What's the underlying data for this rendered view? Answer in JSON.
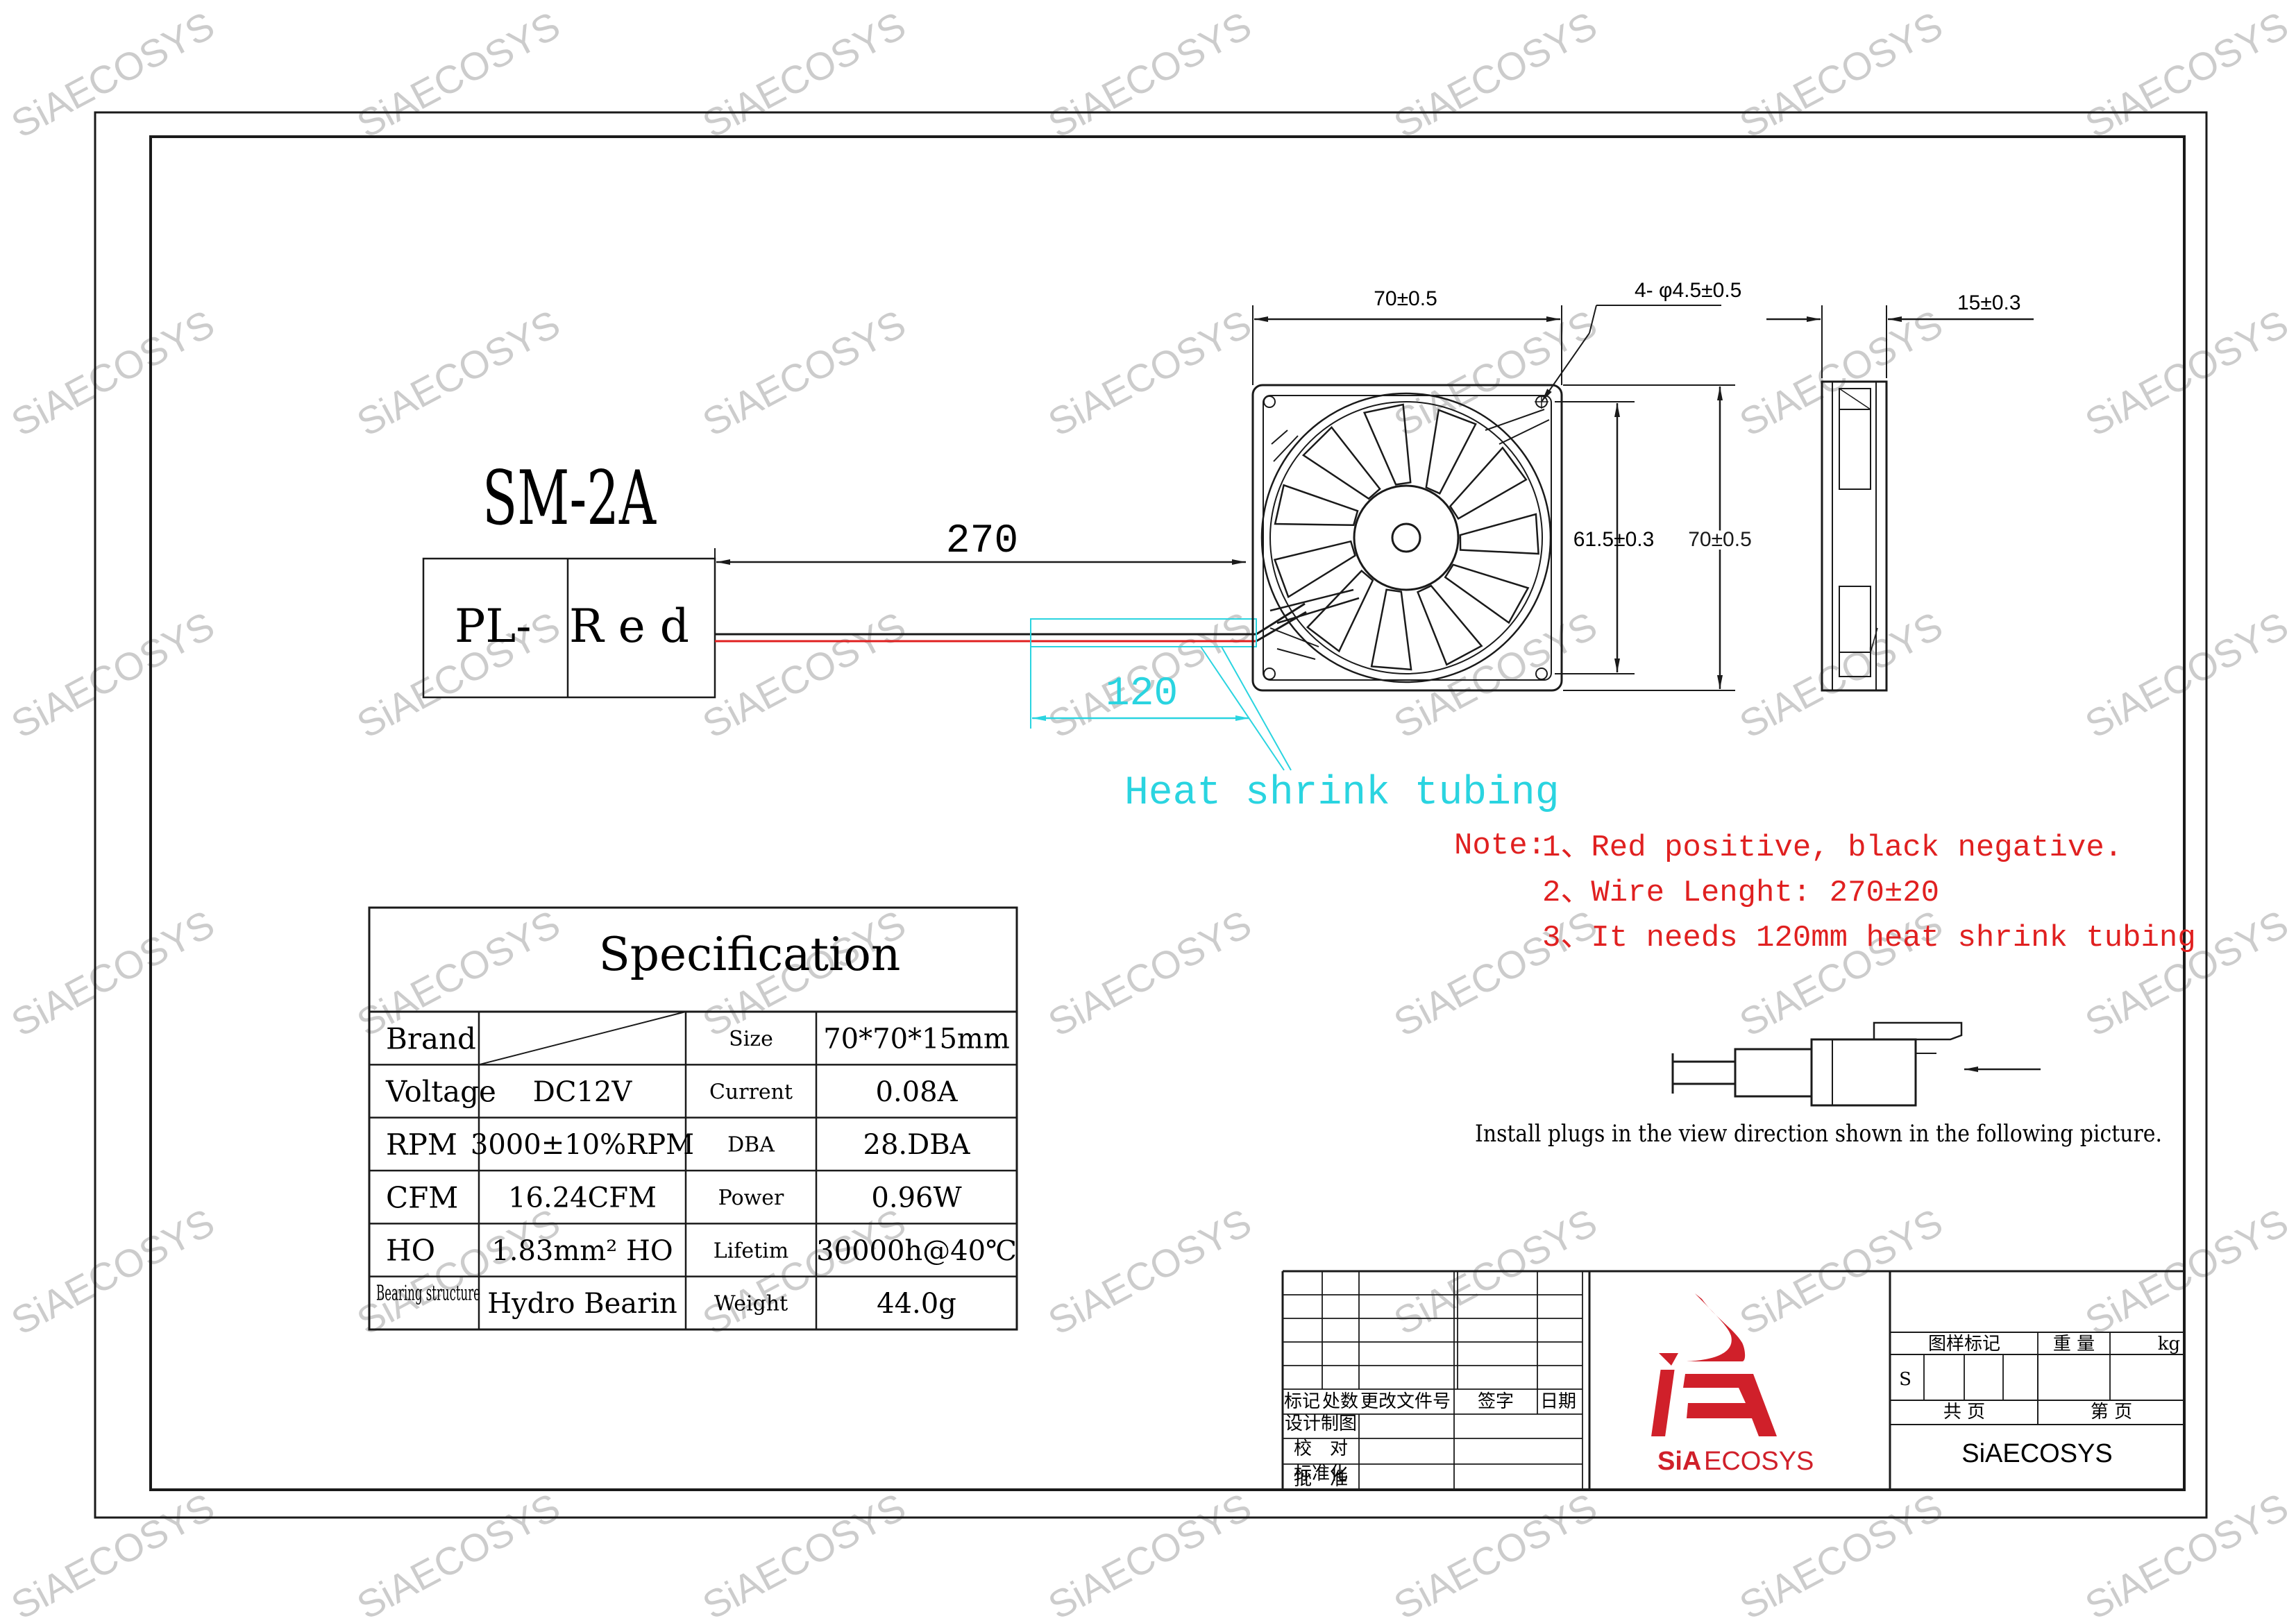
{
  "watermark": "SiAECOSYS",
  "connector": {
    "model": "SM-2A",
    "label_left": "PL-",
    "label_right": "R e d"
  },
  "dimensions": {
    "wire_length": "270",
    "tubing_length": "120",
    "tubing_callout": "Heat shrink tubing",
    "fan_width": "70±0.5",
    "hole_callout": "4- φ4.5±0.5",
    "hole_spacing": "61.5±0.3",
    "fan_height": "70±0.5",
    "thickness": "15±0.3"
  },
  "notes": {
    "prefix": "Note:",
    "items": [
      "1、Red positive, black negative.",
      "2、Wire Lenght: 270±20",
      "3、It needs 120mm heat shrink tubing"
    ]
  },
  "install_note": "Install plugs in the view direction shown in the following picture.",
  "spec": {
    "title": "Specification",
    "rows": [
      [
        "Brand",
        "",
        "Size",
        "70*70*15mm"
      ],
      [
        "Voltage",
        "DC12V",
        "Current",
        "0.08A"
      ],
      [
        "RPM",
        "3000±10%RPM",
        "DBA",
        "28.DBA"
      ],
      [
        "CFM",
        "16.24CFM",
        "Power",
        "0.96W"
      ],
      [
        "HO",
        "1.83mm² HO",
        "Lifetim",
        "30000h@40℃"
      ],
      [
        "Bearing structure",
        "Hydro Bearin",
        "Weight",
        "44.0g"
      ]
    ]
  },
  "title_block": {
    "headers": [
      "标记",
      "处数",
      "更改文件号",
      "签字",
      "日期"
    ],
    "roles": [
      "设计制图",
      "校　对",
      "标准化",
      "批　准"
    ],
    "logo_text_bold": "SiA",
    "logo_text": "ECOSYS",
    "stage_label": "图样标记",
    "weight_label": "重 量",
    "weight_unit": "kg",
    "stage_value": "S",
    "total_label": "共 页",
    "sheet_label": "第 页",
    "company": "SiAECOSYS"
  },
  "colors": {
    "line": "#1a1a1a",
    "red": "#e02020",
    "cyan": "#2ad4e0",
    "logo_red": "#d0202a",
    "watermark": "#c8c8c8"
  }
}
